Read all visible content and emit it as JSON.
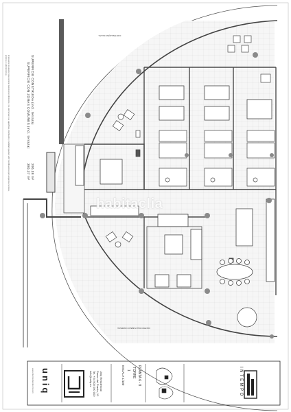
{
  "plan": {
    "street_top": "CONTINUAÇÃO DA VIA",
    "street_bottom": "CENTRO DEL PUEBLO CAMPANA",
    "surface_built": "SUPERFICIE CONSTRUIDA (incl. terraza)",
    "surface_built_value": "290,18 m²",
    "surface_common": "SUPERFICIE CON ZONAS COMUNES (incl. terraza)",
    "surface_common_value": "380,37 m²",
    "disclaimer": "El presente documento tiene carácter meramente informativo y no contractual. Las superficies, distribución y mobiliario pueden sufrir modificaciones por exigencias técnicas, jurídicas o administrativas."
  },
  "watermark": "habitaclia",
  "title_block": {
    "logo_text": "uniq",
    "plant": "PLANTA 6 - 8",
    "tower": "TORRE",
    "tower_no": "1",
    "scale": "ESCALA 1/100",
    "address_lines": [
      "Uniq Residencial",
      "Paseo del Puerto, 12",
      "Tel. +34 900 000 000",
      "info@uniq.es"
    ],
    "brand": "INTEMPO",
    "website": "www.intempobenidorm.com"
  },
  "colors": {
    "wall": "#555555",
    "grid": "#d9d9d9",
    "floor": "#f4f4f4",
    "accent": "#4a4a4a"
  }
}
